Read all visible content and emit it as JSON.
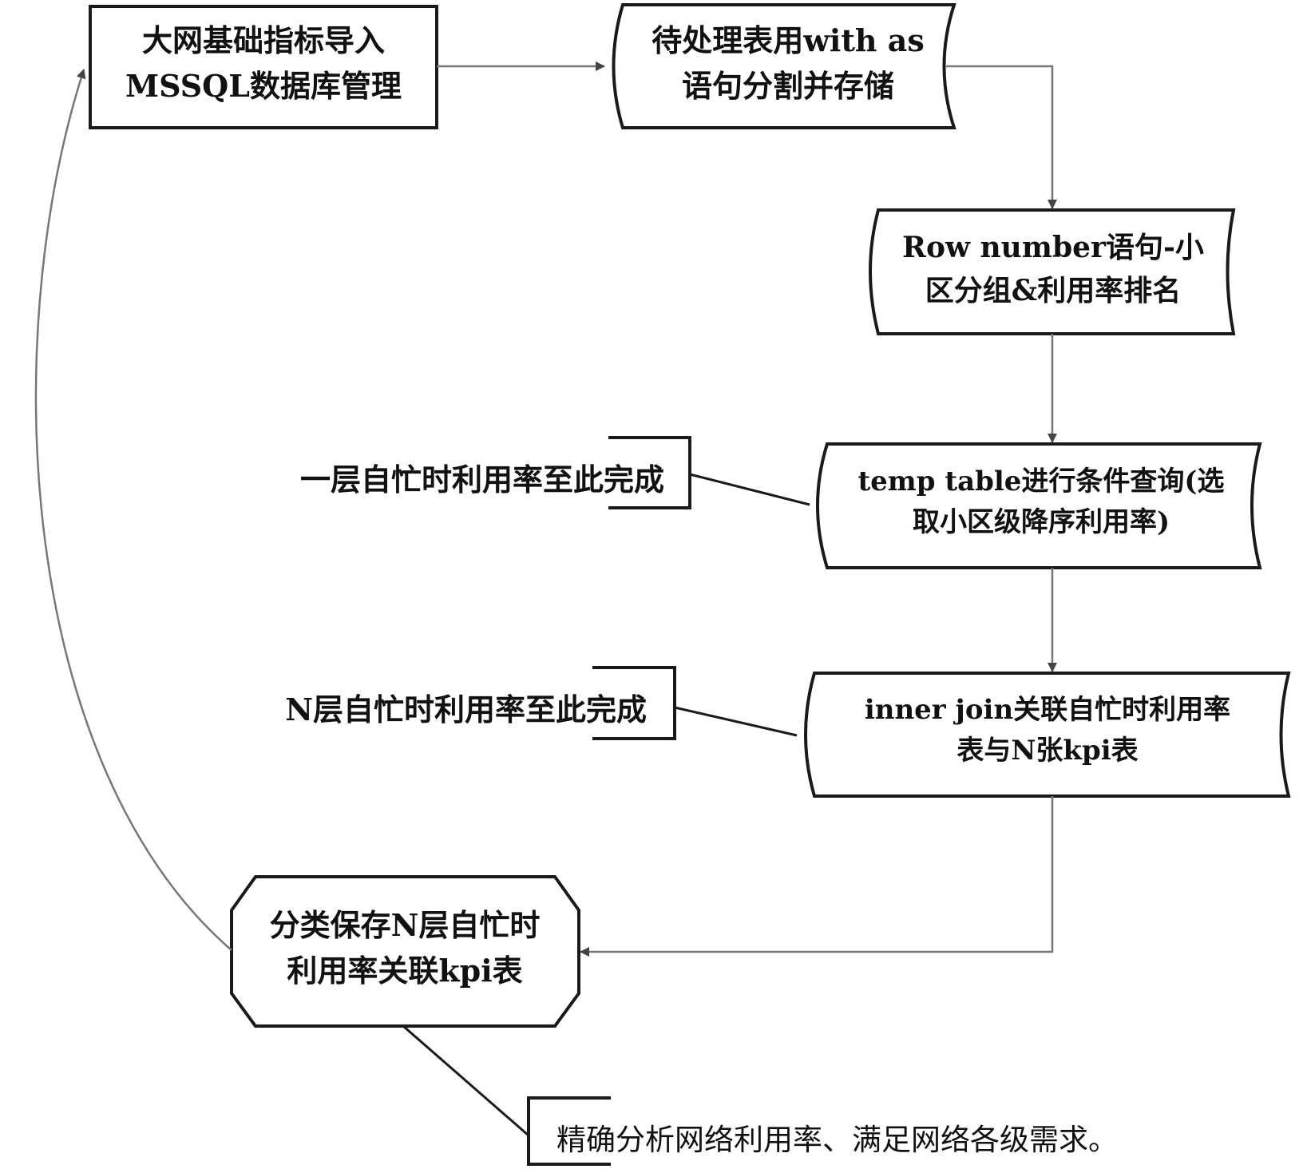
{
  "nodes": {
    "import": {
      "line1": "大网基础指标导入",
      "line2": "MSSQL数据库管理"
    },
    "with_as": {
      "line1": "待处理表用with as",
      "line2": "语句分割并存储"
    },
    "row_number": {
      "line1": "Row number语句-小",
      "line2": "区分组&利用率排名"
    },
    "temp_table": {
      "line1": "temp table进行条件查询(选",
      "line2": "取小区级降序利用率)"
    },
    "inner_join": {
      "line1": "inner join关联自忙时利用率",
      "line2": "表与N张kpi表"
    },
    "classify_save": {
      "line1": "分类保存N层自忙时",
      "line2": "利用率关联kpi表"
    }
  },
  "annotations": {
    "layer1_done": "一层自忙时利用率至此完成",
    "layern_done": "N层自忙时利用率至此完成",
    "final_goal": "精确分析网络利用率、满足网络各级需求。"
  },
  "colors": {
    "stroke": "#1a1a1a",
    "arrow_line": "#777777",
    "text": "#111111"
  }
}
